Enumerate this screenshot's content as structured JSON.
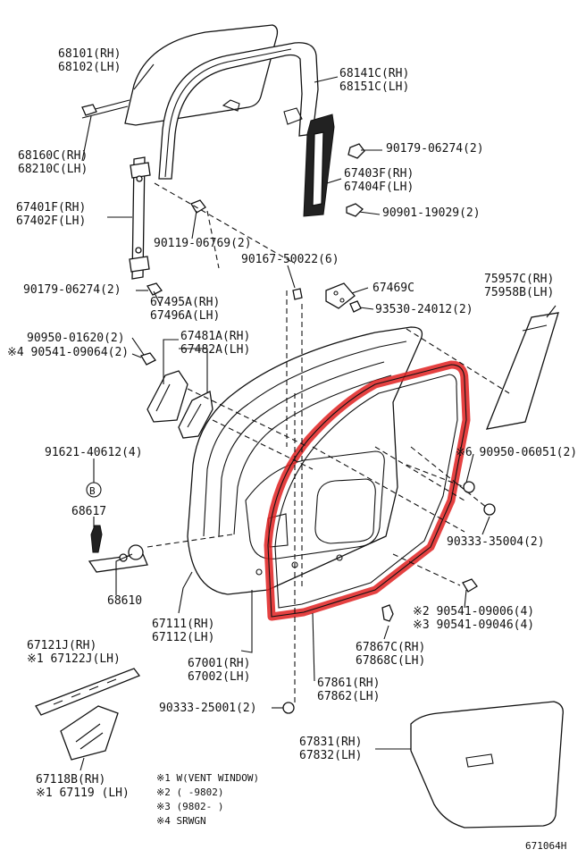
{
  "diagram": {
    "drawing_number": "671064H",
    "highlight_color": "#e02020",
    "parts": [
      {
        "id": "p68101",
        "lines": [
          "68101(RH)",
          "68102(LH)"
        ]
      },
      {
        "id": "p68141",
        "lines": [
          "68141C(RH)",
          "68151C(LH)"
        ]
      },
      {
        "id": "p68160",
        "lines": [
          "68160C(RH)",
          "68210C(LH)"
        ]
      },
      {
        "id": "p90179a",
        "lines": [
          "90179-06274(2)"
        ]
      },
      {
        "id": "p67403",
        "lines": [
          "67403F(RH)",
          "67404F(LH)"
        ]
      },
      {
        "id": "p67401",
        "lines": [
          "67401F(RH)",
          "67402F(LH)"
        ]
      },
      {
        "id": "p90901",
        "lines": [
          "90901-19029(2)"
        ]
      },
      {
        "id": "p90119",
        "lines": [
          "90119-06769(2)"
        ]
      },
      {
        "id": "p90167",
        "lines": [
          "90167-50022(6)"
        ]
      },
      {
        "id": "p90179b",
        "lines": [
          "90179-06274(2)"
        ]
      },
      {
        "id": "p67469",
        "lines": [
          "67469C"
        ]
      },
      {
        "id": "p75957",
        "lines": [
          "75957C(RH)",
          "75958B(LH)"
        ]
      },
      {
        "id": "p67495",
        "lines": [
          "67495A(RH)",
          "67496A(LH)"
        ]
      },
      {
        "id": "p93530",
        "lines": [
          "93530-24012(2)"
        ]
      },
      {
        "id": "p90950a",
        "lines": [
          "90950-01620(2)"
        ]
      },
      {
        "id": "p90541a",
        "lines": [
          "※4 90541-09064(2)"
        ]
      },
      {
        "id": "p67481",
        "lines": [
          "67481A(RH)",
          "67482A(LH)"
        ]
      },
      {
        "id": "p91621",
        "lines": [
          "91621-40612(4)"
        ]
      },
      {
        "id": "p90950b",
        "lines": [
          "※6 90950-06051(2)"
        ]
      },
      {
        "id": "p68617",
        "lines": [
          "68617"
        ]
      },
      {
        "id": "p90333a",
        "lines": [
          "90333-35004(2)"
        ]
      },
      {
        "id": "p68610",
        "lines": [
          "68610"
        ]
      },
      {
        "id": "p90541b",
        "lines": [
          "※2 90541-09006(4)",
          "※3 90541-09046(4)"
        ]
      },
      {
        "id": "p67111",
        "lines": [
          "67111(RH)",
          "67112(LH)"
        ]
      },
      {
        "id": "p67121",
        "lines": [
          "67121J(RH)",
          "※1 67122J(LH)"
        ]
      },
      {
        "id": "p67001",
        "lines": [
          "67001(RH)",
          "67002(LH)"
        ]
      },
      {
        "id": "p67867",
        "lines": [
          "67867C(RH)",
          "67868C(LH)"
        ]
      },
      {
        "id": "p67861",
        "lines": [
          "67861(RH)",
          "67862(LH)"
        ]
      },
      {
        "id": "p90333b",
        "lines": [
          "90333-25001(2)"
        ]
      },
      {
        "id": "p67831",
        "lines": [
          "67831(RH)",
          "67832(LH)"
        ]
      },
      {
        "id": "p67118",
        "lines": [
          "67118B(RH)",
          "※1 67119 (LH)"
        ]
      }
    ],
    "callout_b": "B",
    "footnotes": [
      "※1 W(VENT WINDOW)",
      "※2 (    -9802)",
      "※3 (9802-      )",
      "※4 SRWGN"
    ]
  }
}
